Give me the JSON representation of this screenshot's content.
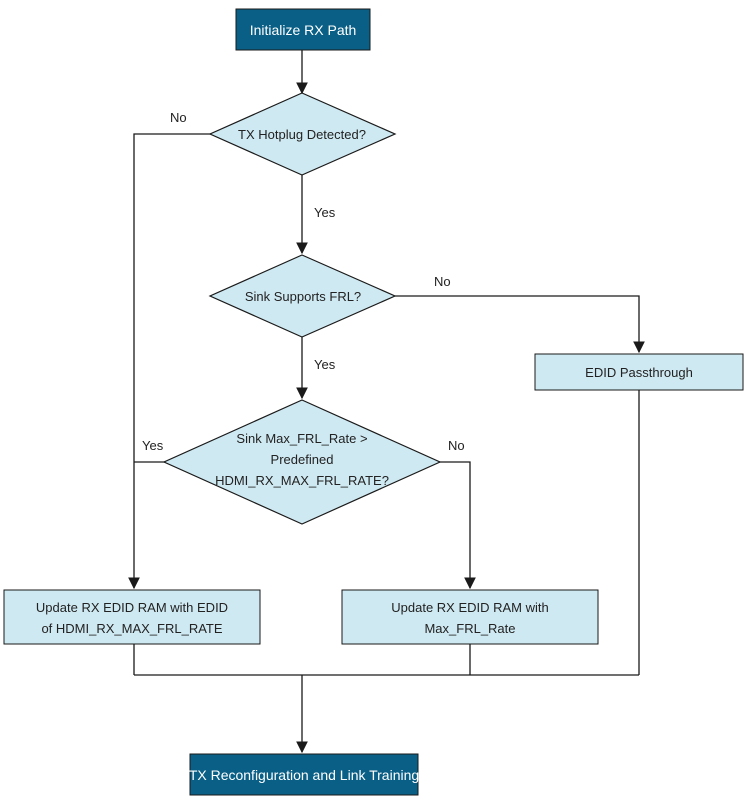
{
  "diagram": {
    "nodes": {
      "start": "Initialize RX Path",
      "hotplug": "TX Hotplug Detected?",
      "supports_frl": "Sink Supports FRL?",
      "max_rate": [
        "Sink Max_FRL_Rate >",
        "Predefined",
        "HDMI_RX_MAX_FRL_RATE?"
      ],
      "passthrough": "EDID Passthrough",
      "update_predef": [
        "Update RX EDID RAM with EDID",
        "of HDMI_RX_MAX_FRL_RATE"
      ],
      "update_sink": [
        "Update RX EDID RAM with",
        "Max_FRL_Rate"
      ],
      "end": "TX Reconfiguration and Link Training"
    },
    "edges": {
      "hotplug_no": "No",
      "hotplug_yes": "Yes",
      "frl_no": "No",
      "frl_yes": "Yes",
      "rate_yes": "Yes",
      "rate_no": "No"
    },
    "colors": {
      "dark_box_fill": "#0a5f86",
      "light_fill": "#cfe9f2",
      "stroke": "#1a1a1a"
    }
  }
}
